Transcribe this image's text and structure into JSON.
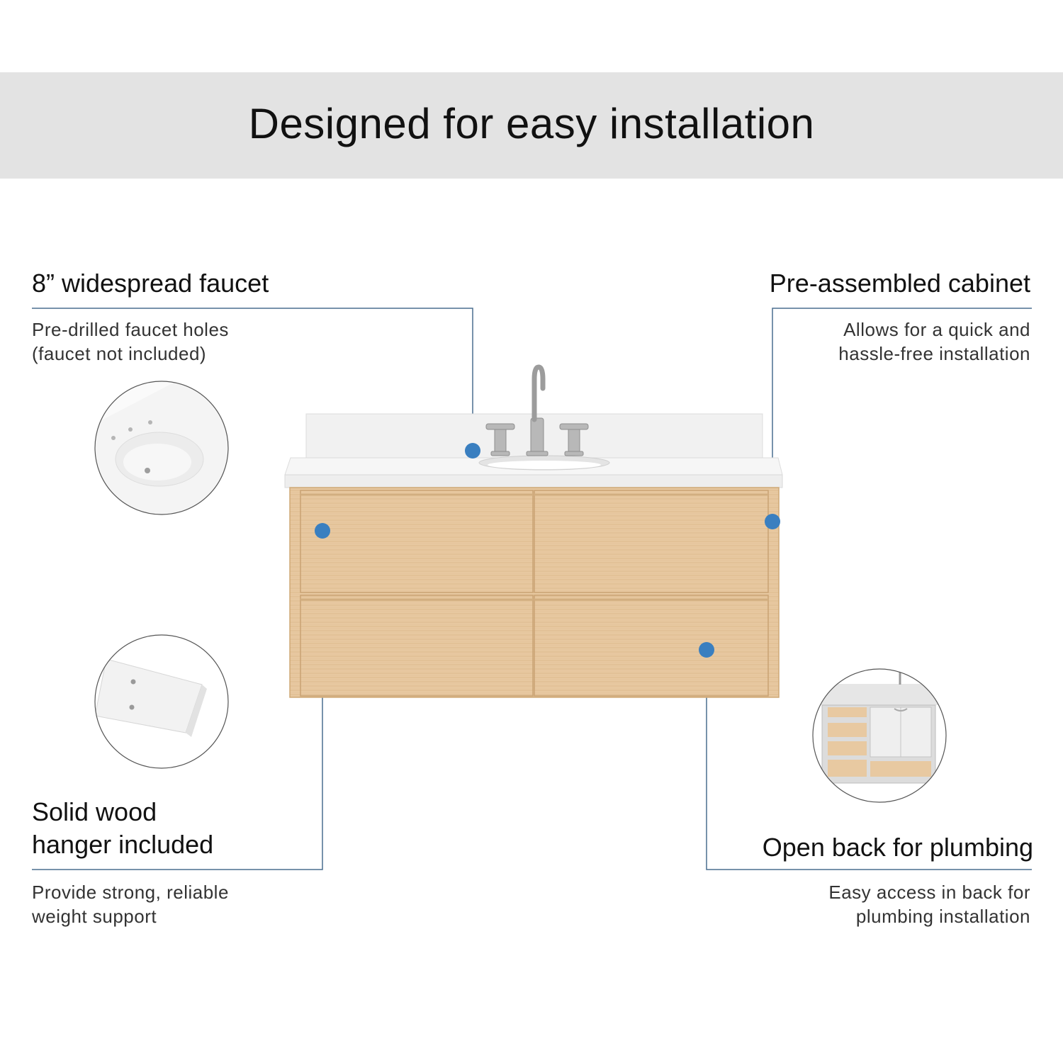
{
  "title": "Designed for easy installation",
  "features": {
    "faucet": {
      "heading": "8” widespread faucet",
      "desc_line1": "Pre-drilled faucet holes",
      "desc_line2": "(faucet not included)"
    },
    "cabinet": {
      "heading": "Pre-assembled cabinet",
      "desc_line1": "Allows for a quick and",
      "desc_line2": "hassle-free installation"
    },
    "hanger": {
      "heading_line1": "Solid wood",
      "heading_line2": "hanger included",
      "desc_line1": "Provide strong, reliable",
      "desc_line2": "weight support"
    },
    "plumbing": {
      "heading": "Open back for plumbing",
      "desc_line1": "Easy access in back for",
      "desc_line2": "plumbing installation"
    }
  },
  "colors": {
    "banner": "#e3e3e3",
    "accent_dot": "#3a7fc0",
    "leader_line": "#4a6f8f",
    "wood": "#e8c9a1",
    "countertop": "#f3f3f3"
  }
}
